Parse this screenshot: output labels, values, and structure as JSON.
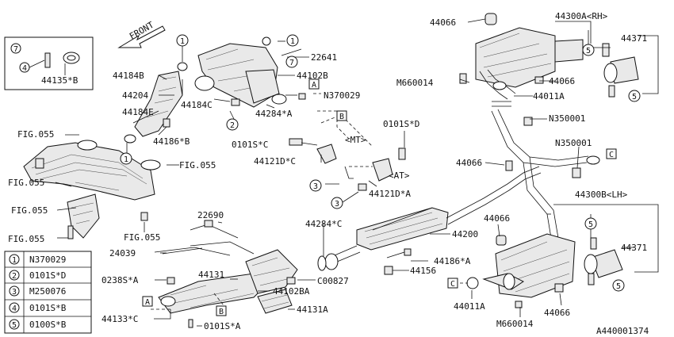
{
  "diagram_id": "A440001374",
  "front_label": "FRONT",
  "legend": [
    {
      "num": "1",
      "code": "N370029"
    },
    {
      "num": "2",
      "code": "0101S*D"
    },
    {
      "num": "3",
      "code": "M250076"
    },
    {
      "num": "4",
      "code": "0101S*B"
    },
    {
      "num": "5",
      "code": "0100S*B"
    }
  ],
  "inset": {
    "num7": "7",
    "num4": "4",
    "part": "44135*B"
  },
  "callouts": [
    "44066",
    "44300A<RH>",
    "44371",
    "M660014",
    "44066",
    "44011A",
    "N350001",
    "0101S*D",
    "<MT>",
    "<AT>",
    "44121D*C",
    "0101S*C",
    "44121D*A",
    "N350001",
    "44066",
    "44300B<LH>",
    "44371",
    "44066",
    "44200",
    "44284*C",
    "44186*A",
    "44156",
    "C00827",
    "44011A",
    "M660014",
    "44066",
    "22641",
    "44102B",
    "N370029",
    "44284*A",
    "44184C",
    "44184B",
    "44204",
    "44184E",
    "44186*B",
    "FIG.055",
    "FIG.055",
    "FIG.055",
    "FIG.055",
    "FIG.055",
    "FIG.055",
    "22690",
    "24039",
    "0238S*A",
    "44131",
    "44102BA",
    "44131A",
    "44133*C",
    "0101S*A"
  ],
  "boxes": [
    "A",
    "B",
    "C",
    "A",
    "B",
    "C"
  ],
  "circled": [
    "1",
    "1",
    "7",
    "2",
    "1",
    "3",
    "3",
    "5",
    "5",
    "5",
    "5"
  ]
}
